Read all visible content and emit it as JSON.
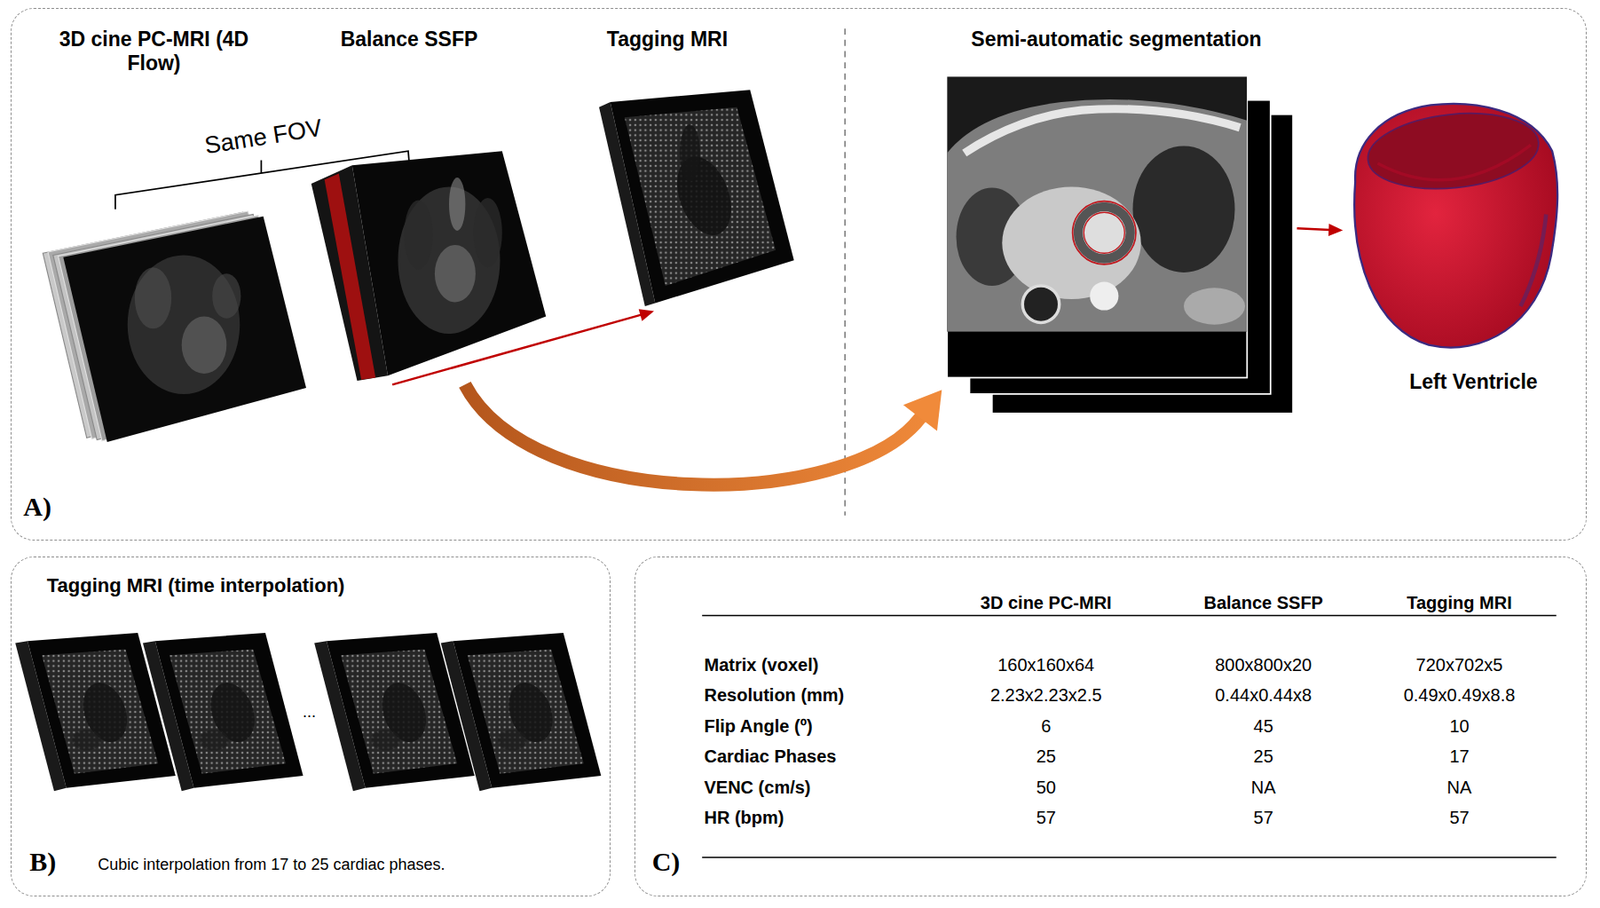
{
  "diagram": {
    "nodes": [
      {
        "text": [
          "A)"
        ]
      },
      {
        "text": [
          "3D cine PC-MRI (4D Flow)"
        ],
        "in": 0
      },
      {
        "text": [
          "Balance SSFP"
        ],
        "in": 0
      },
      {
        "text": [
          "Tagging MRI"
        ],
        "in": 0
      },
      {
        "text": [
          "Semi-automatic segmentation"
        ],
        "in": 0
      },
      {
        "text": [
          "Left Ventricle"
        ],
        "in": 0
      },
      {
        "text": [
          "Tagging MRI (time interpolation)",
          "B)",
          "Cubic interpolation from 17 to 25 cardiac phases."
        ]
      },
      {
        "text": [
          "C)"
        ]
      }
    ],
    "edges": [
      {
        "from": 2,
        "to": 3,
        "arrow": "to"
      },
      {
        "from": 2,
        "to": 4,
        "arrow": "to"
      },
      {
        "from": 4,
        "to": 5,
        "arrow": "to"
      }
    ],
    "labels": [
      "Same FOV",
      "...",
      "3D cine PC-MRI",
      "Balance SSFP",
      "Tagging MRI",
      "Matrix (voxel)",
      "160x160x64",
      "800x800x20",
      "720x702x5",
      "Resolution (mm)",
      "2.23x2.23x2.5",
      "0.44x0.44x8",
      "0.49x0.49x8.8",
      "Flip Angle (º)",
      "6",
      "45",
      "10",
      "Cardiac Phases",
      "25",
      "25",
      "17",
      "VENC (cm/s)",
      "50",
      "NA",
      "NA",
      "HR (bpm)",
      "57",
      "57",
      "57"
    ]
  }
}
